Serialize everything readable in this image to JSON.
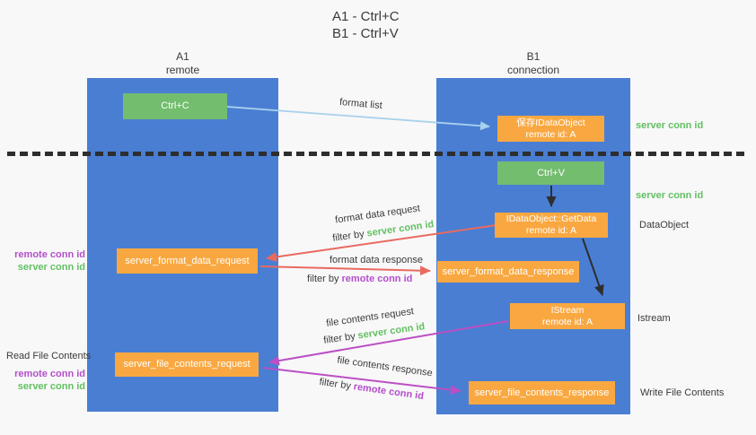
{
  "title": {
    "line1": "A1 - Ctrl+C",
    "line2": "B1 - Ctrl+V"
  },
  "lanes": {
    "left": {
      "name": "A1",
      "role": "remote"
    },
    "right": {
      "name": "B1",
      "role": "connection"
    }
  },
  "nodes": {
    "ctrl_c": {
      "label": "Ctrl+C"
    },
    "save_idataobject": {
      "line1": "保存IDataObject",
      "line2": "remote id: A"
    },
    "ctrl_v": {
      "label": "Ctrl+V"
    },
    "getdata": {
      "line1": "IDataObject::GetData",
      "line2": "remote id: A"
    },
    "format_request": {
      "label": "server_format_data_request"
    },
    "format_response": {
      "label": "server_format_data_response"
    },
    "istream": {
      "line1": "IStream",
      "line2": "remote id: A"
    },
    "file_request": {
      "label": "server_file_contents_request"
    },
    "file_response": {
      "label": "server_file_contents_response"
    }
  },
  "flow_labels": {
    "format_list": "format list",
    "format_data_request": "format data request",
    "format_data_response": "format data response",
    "file_contents_request": "file contents request",
    "file_contents_response": "file contents response",
    "filter_by": "filter by ",
    "server_conn_id": "server conn id",
    "remote_conn_id": "remote conn id"
  },
  "side_labels": {
    "server_conn_id_top": "server conn id",
    "server_conn_id_mid": "server conn id",
    "dataobject": "DataObject",
    "istream": "Istream",
    "write_file_contents": "Write File Contents",
    "read_file_contents": "Read File Contents",
    "remote_conn_id": "remote conn id",
    "server_conn_id": "server conn id"
  },
  "colors": {
    "lane_blue": "#4a7ed3",
    "node_green": "#72bd6e",
    "node_orange": "#f9a841",
    "label_green": "#62c062",
    "label_purple": "#b44ecb",
    "arrow_blue": "#a7d1ec",
    "arrow_red": "#e96a5f",
    "arrow_purple": "#bb4fc4",
    "arrow_black": "#2e2e2e",
    "text_dark": "#3b3b3b",
    "background": "#f8f8f8"
  }
}
